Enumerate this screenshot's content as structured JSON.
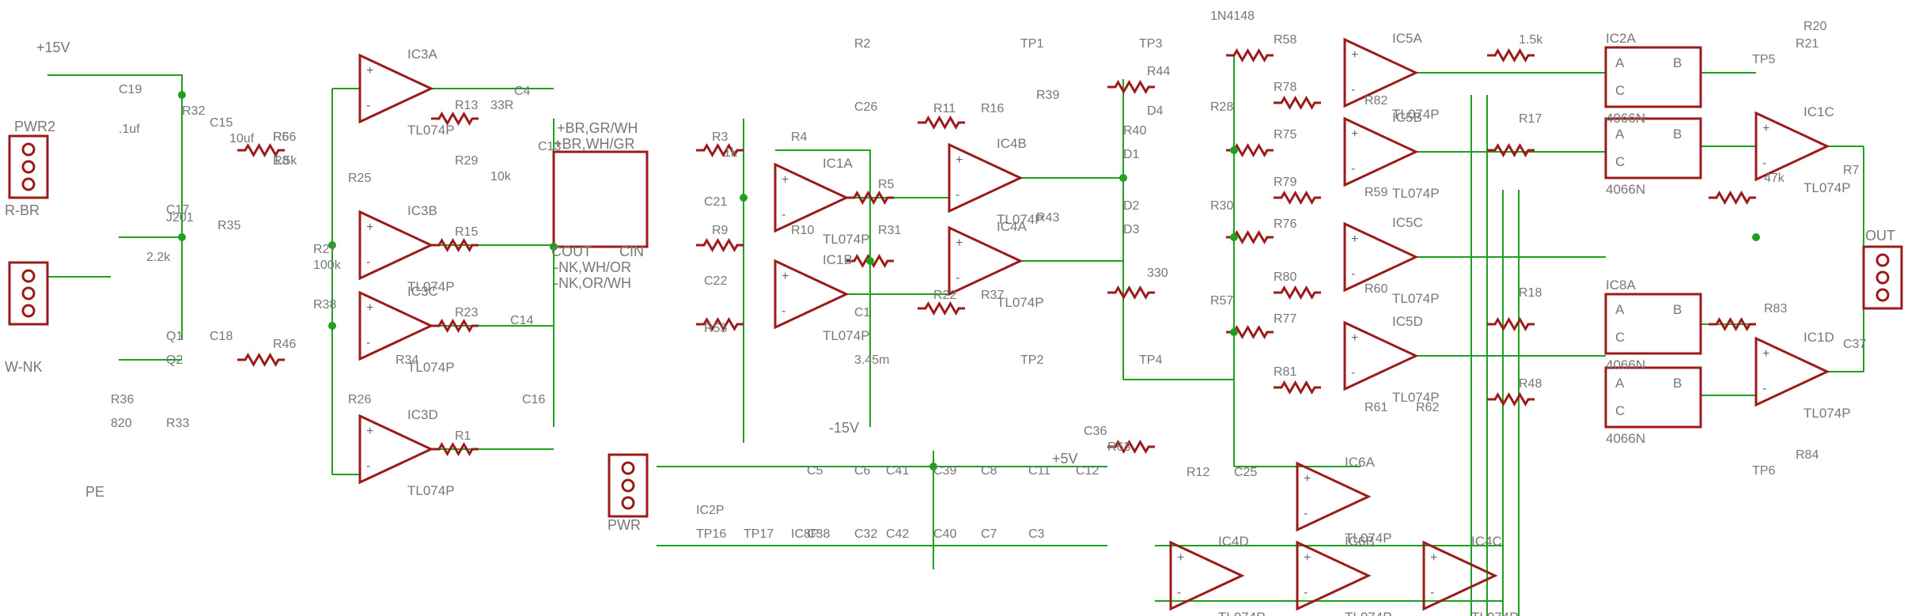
{
  "labels": {
    "vcc": "+15V",
    "pwr2": "PWR2",
    "r_br": "R-BR",
    "w_nk": "W-NK",
    "pe": "PE",
    "pwr": "PWR",
    "vneg": "-15V",
    "vpos5": "+5V",
    "out": "OUT",
    "bus1": "+BR,GR/WH",
    "bus2": "+BR,WH/GR",
    "bus3": "-NK,WH/OR",
    "bus4": "-NK,OR/WH",
    "cout": "COUT",
    "cin": "CIN"
  },
  "opamps": [
    "IC3A",
    "IC3B",
    "IC3C",
    "IC3D",
    "IC1A",
    "IC1B",
    "IC4A",
    "IC4B",
    "IC5A",
    "IC5B",
    "IC5C",
    "IC5D",
    "IC1C",
    "IC1D",
    "IC6A",
    "IC6B",
    "IC4C",
    "IC4D"
  ],
  "chips": [
    "IC2A",
    "IC8A",
    "4066N",
    "TL074P"
  ],
  "components": [
    "R6",
    "1.5k",
    "C15",
    "10uf",
    "R46",
    "C18",
    "R13",
    "33R",
    "R29",
    "10k",
    "R15",
    "R23",
    "R34",
    "R1",
    "R25",
    "R27",
    "100k",
    "R38",
    "R26",
    "R3",
    "1k",
    "R4",
    "R9",
    "R10",
    "R5",
    "R31",
    "R11",
    "R16",
    "R22",
    "R37",
    "R39",
    "R43",
    "R44",
    "330",
    "R40",
    "D1",
    "D2",
    "D3",
    "D4",
    "1N4148",
    "R28",
    "R30",
    "R57",
    "R58",
    "R75",
    "R76",
    "R77",
    "R78",
    "R79",
    "R80",
    "R81",
    "R82",
    "R59",
    "R60",
    "R61",
    "R62",
    "1.5k",
    "R17",
    "R18",
    "R48",
    "R20",
    "R21",
    "47k",
    "R83",
    "R84",
    "R7",
    "C37",
    "C36",
    "R63",
    "R12",
    "C25",
    "C26",
    "C1",
    "C4",
    "C13",
    "C14",
    "C16",
    "C17",
    "Q1",
    "Q2",
    "J201",
    "R32",
    "R35",
    "2.2k",
    "R33",
    "R36",
    "820",
    "R2",
    "3.45m",
    "TP1",
    "TP2",
    "TP3",
    "TP4",
    "TP5",
    "TP6",
    "TP16",
    "TP17",
    "IC8P",
    "IC2P",
    "C5",
    "C38",
    "C6",
    "C32",
    "C41",
    "C42",
    "C39",
    "C40",
    "C8",
    "C7",
    "C11",
    "C3",
    "C12",
    "C19",
    ".1uf",
    "C21",
    "C22",
    "R55",
    "R56",
    "R8"
  ]
}
